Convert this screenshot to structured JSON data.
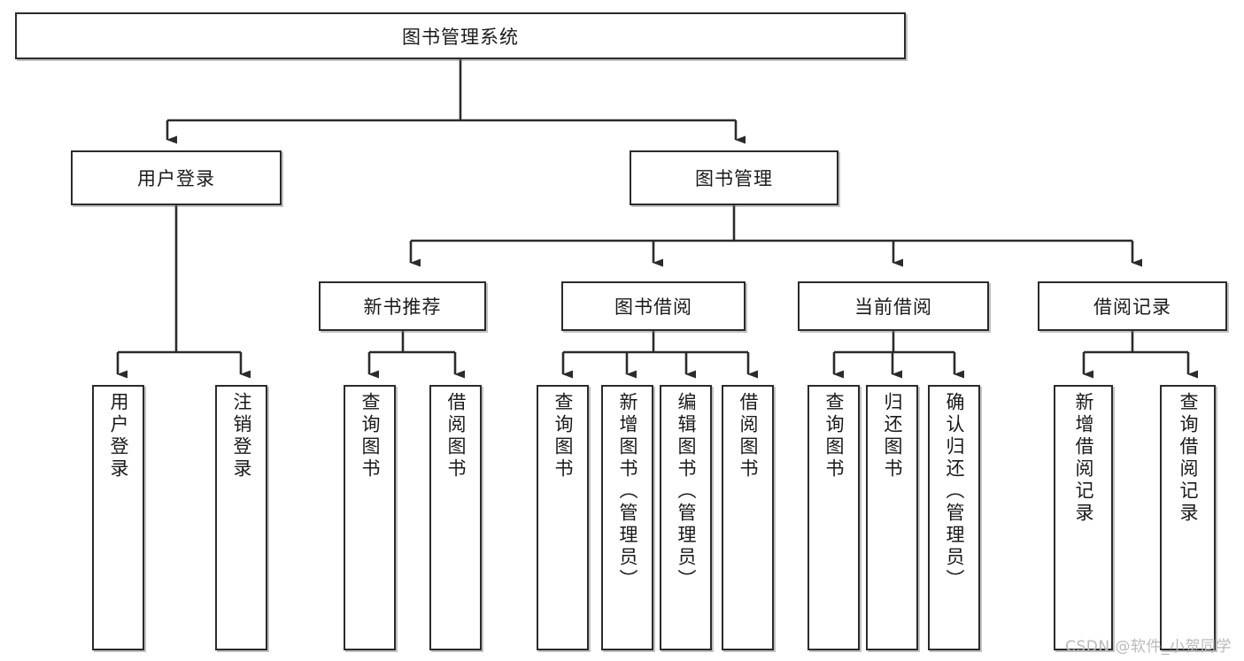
{
  "diagram": {
    "type": "tree-hierarchy",
    "title": "图书管理系统",
    "watermark": "CSDN @软件_小贺同学",
    "colors": {
      "box_border": "#2b2b2b",
      "box_fill": "#ffffff",
      "edge": "#2b2b2b",
      "text": "#1a1a1a",
      "watermark": "#b9b9b9"
    },
    "nodes": {
      "root": {
        "label": "图书管理系统",
        "level": 0,
        "orientation": "horizontal"
      },
      "n_user_login": {
        "label": "用户登录",
        "level": 1,
        "orientation": "horizontal"
      },
      "n_book_manage": {
        "label": "图书管理",
        "level": 1,
        "orientation": "horizontal"
      },
      "n_new_book": {
        "label": "新书推荐",
        "level": 2,
        "orientation": "horizontal"
      },
      "n_book_borrow": {
        "label": "图书借阅",
        "level": 2,
        "orientation": "horizontal"
      },
      "n_current_borrow": {
        "label": "当前借阅",
        "level": 2,
        "orientation": "horizontal"
      },
      "n_borrow_record": {
        "label": "借阅记录",
        "level": 2,
        "orientation": "horizontal"
      },
      "l_user_login": {
        "label": "用户登录",
        "level": 3,
        "orientation": "vertical"
      },
      "l_logout": {
        "label": "注销登录",
        "level": 3,
        "orientation": "vertical"
      },
      "l_query_book_1": {
        "label": "查询图书",
        "level": 3,
        "orientation": "vertical"
      },
      "l_borrow_book_1": {
        "label": "借阅图书",
        "level": 3,
        "orientation": "vertical"
      },
      "l_query_book_2": {
        "label": "查询图书",
        "level": 3,
        "orientation": "vertical"
      },
      "l_add_book": {
        "label": "新增图书（管理员）",
        "level": 3,
        "orientation": "vertical"
      },
      "l_edit_book": {
        "label": "编辑图书（管理员）",
        "level": 3,
        "orientation": "vertical"
      },
      "l_borrow_book_2": {
        "label": "借阅图书",
        "level": 3,
        "orientation": "vertical"
      },
      "l_query_book_3": {
        "label": "查询图书",
        "level": 3,
        "orientation": "vertical"
      },
      "l_return_book": {
        "label": "归还图书",
        "level": 3,
        "orientation": "vertical"
      },
      "l_confirm_return": {
        "label": "确认归还（管理员）",
        "level": 3,
        "orientation": "vertical"
      },
      "l_add_record": {
        "label": "新增借阅记录",
        "level": 3,
        "orientation": "vertical"
      },
      "l_query_record": {
        "label": "查询借阅记录",
        "level": 3,
        "orientation": "vertical"
      }
    },
    "edges": [
      {
        "from": "root",
        "to": "n_user_login"
      },
      {
        "from": "root",
        "to": "n_book_manage"
      },
      {
        "from": "n_user_login",
        "to": "l_user_login"
      },
      {
        "from": "n_user_login",
        "to": "l_logout"
      },
      {
        "from": "n_book_manage",
        "to": "n_new_book"
      },
      {
        "from": "n_book_manage",
        "to": "n_book_borrow"
      },
      {
        "from": "n_book_manage",
        "to": "n_current_borrow"
      },
      {
        "from": "n_book_manage",
        "to": "n_borrow_record"
      },
      {
        "from": "n_new_book",
        "to": "l_query_book_1"
      },
      {
        "from": "n_new_book",
        "to": "l_borrow_book_1"
      },
      {
        "from": "n_book_borrow",
        "to": "l_query_book_2"
      },
      {
        "from": "n_book_borrow",
        "to": "l_add_book"
      },
      {
        "from": "n_book_borrow",
        "to": "l_edit_book"
      },
      {
        "from": "n_book_borrow",
        "to": "l_borrow_book_2"
      },
      {
        "from": "n_current_borrow",
        "to": "l_query_book_3"
      },
      {
        "from": "n_current_borrow",
        "to": "l_return_book"
      },
      {
        "from": "n_current_borrow",
        "to": "l_confirm_return"
      },
      {
        "from": "n_borrow_record",
        "to": "l_add_record"
      },
      {
        "from": "n_borrow_record",
        "to": "l_query_record"
      }
    ]
  }
}
